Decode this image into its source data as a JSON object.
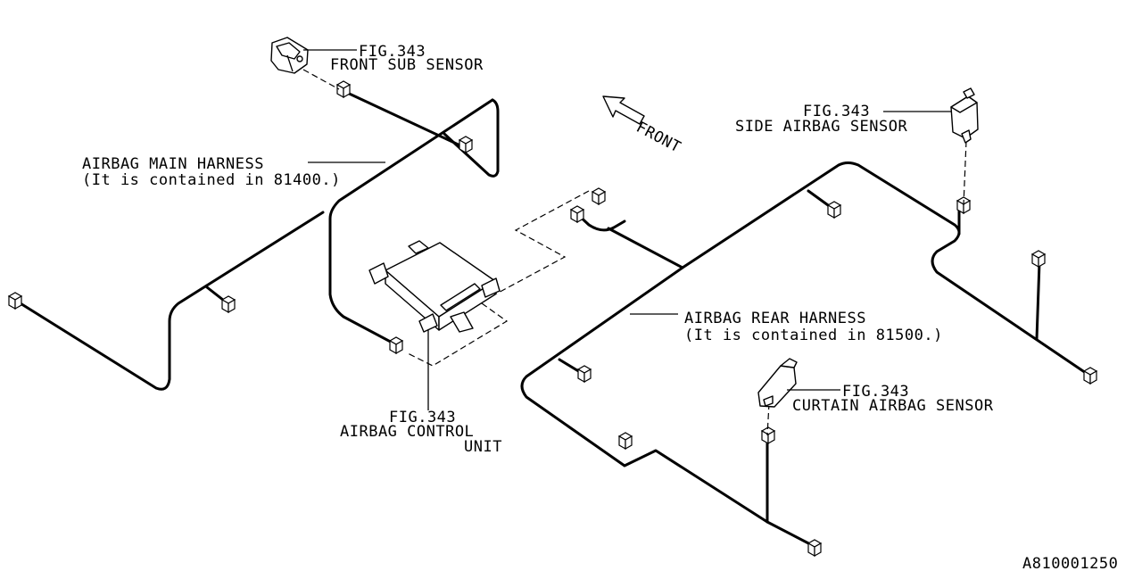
{
  "labels": {
    "front_sub_sensor_fig": "FIG.343",
    "front_sub_sensor_name": "FRONT SUB SENSOR",
    "main_harness_name": "AIRBAG MAIN HARNESS",
    "main_harness_note": "(It is contained in 81400.)",
    "front_direction": "FRONT",
    "side_sensor_fig": "FIG.343",
    "side_sensor_name": "SIDE AIRBAG SENSOR",
    "rear_harness_name": "AIRBAG REAR HARNESS",
    "rear_harness_note": "(It is contained in 81500.)",
    "curtain_sensor_fig": "FIG.343",
    "curtain_sensor_name": "CURTAIN AIRBAG SENSOR",
    "control_unit_fig": "FIG.343",
    "control_unit_name_line1": "AIRBAG CONTROL",
    "control_unit_name_line2": "UNIT",
    "diagram_id": "A810001250"
  }
}
